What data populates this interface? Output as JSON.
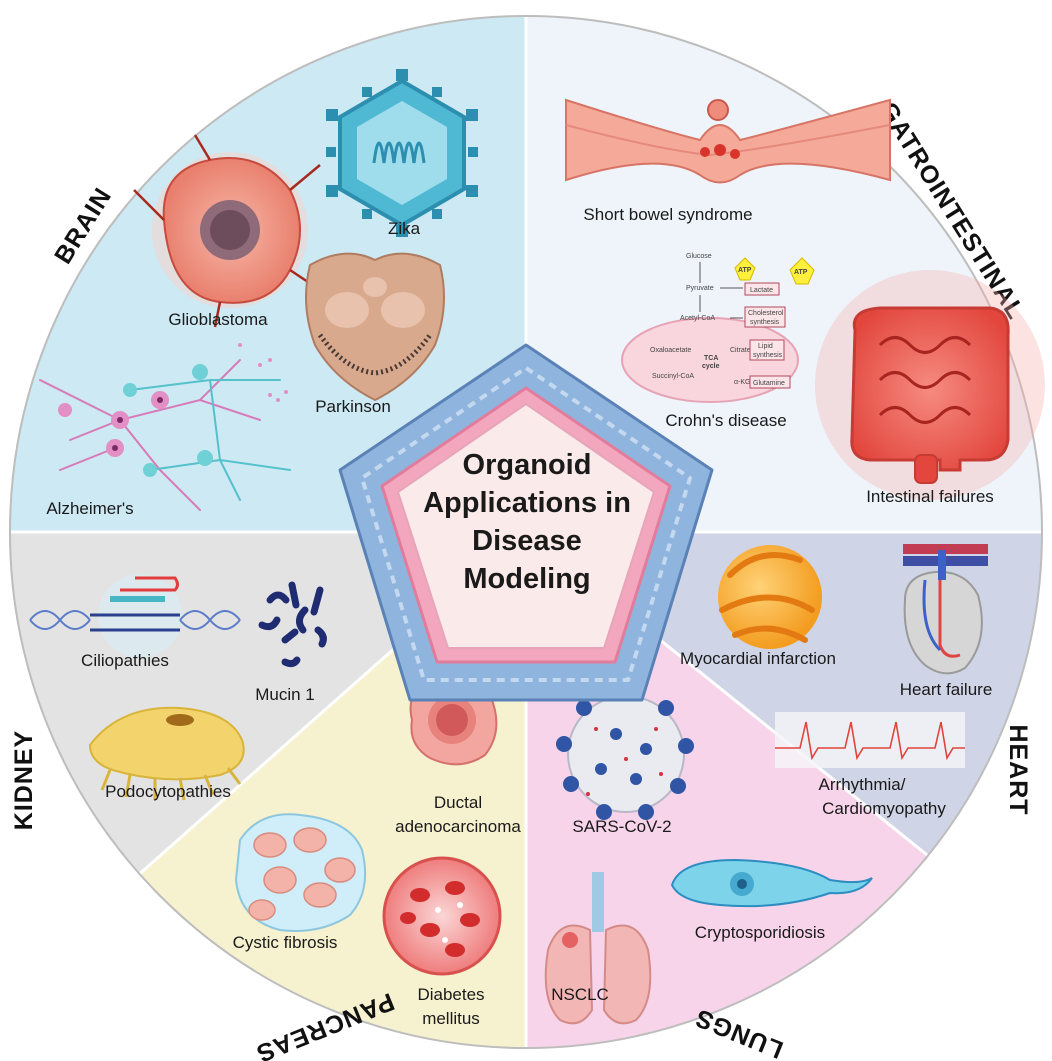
{
  "center": {
    "lines": [
      "Organoid",
      "Applications in",
      "Disease",
      "Modeling"
    ]
  },
  "sectors": {
    "brain": {
      "title": "BRAIN",
      "color": "#cde9f3",
      "items": {
        "zika": "Zika",
        "glioblastoma": "Glioblastoma",
        "parkinson": "Parkinson",
        "alzheimers": "Alzheimer's"
      }
    },
    "gastro": {
      "title": "GATROINTESTINAL",
      "color": "#eef4fa",
      "items": {
        "short_bowel": "Short bowel syndrome",
        "crohns": "Crohn's disease",
        "intestinal": "Intestinal failures"
      }
    },
    "heart": {
      "title": "HEART",
      "color": "#cfd4e6",
      "items": {
        "mi": "Myocardial infarction",
        "hf": "Heart failure",
        "arr1": "Arrhythmia/",
        "arr2": "Cardiomyopathy"
      }
    },
    "lungs": {
      "title": "LUNGS",
      "color": "#f7d4ea",
      "items": {
        "sars": "SARS-CoV-2",
        "crypto": "Cryptosporidiosis",
        "nsclc": "NSCLC"
      }
    },
    "pancreas": {
      "title": "PANCREAS",
      "color": "#f6f1cf",
      "items": {
        "ductal1": "Ductal",
        "ductal2": "adenocarcinoma",
        "cf": "Cystic fibrosis",
        "dm1": "Diabetes",
        "dm2": "mellitus"
      }
    },
    "kidney": {
      "title": "KIDNEY",
      "color": "#e3e3e3",
      "items": {
        "cilio": "Ciliopathies",
        "mucin": "Mucin 1",
        "podo": "Podocytopathies"
      }
    }
  },
  "metabolism": {
    "glucose": "Glucose",
    "atp": "ATP",
    "pyruvate": "Pyruvate",
    "lactate": "Lactate",
    "acetyl": "Acetyl-CoA",
    "cholesterol1": "Cholesterol",
    "cholesterol2": "synthesis",
    "oxaloacetate": "Oxaloacetate",
    "tca1": "TCA",
    "tca2": "cycle",
    "citrate": "Citrate",
    "lipid1": "Lipid",
    "lipid2": "synthesis",
    "succinyl": "Succinyl-CoA",
    "akg": "α-KG",
    "glutamine": "Glutamine"
  }
}
